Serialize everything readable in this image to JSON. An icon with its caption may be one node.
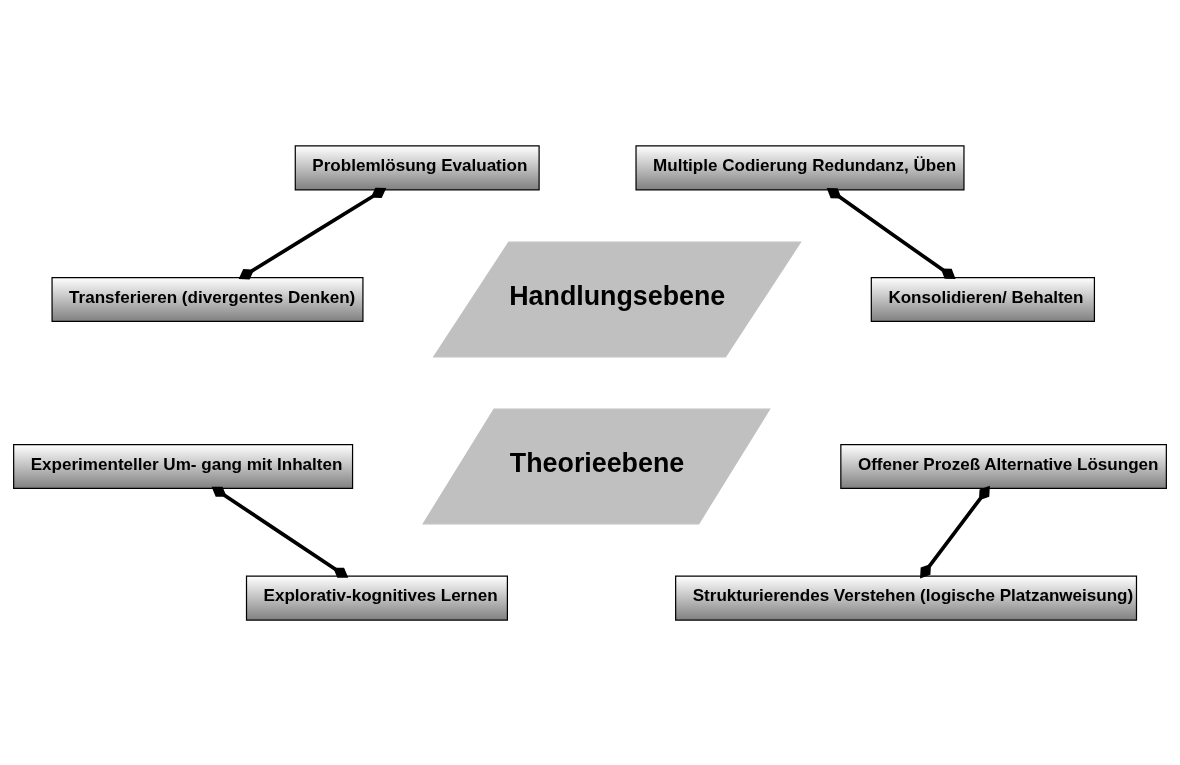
{
  "diagram": {
    "nodes": [
      {
        "text": [
          "Problemlösung Evaluation"
        ]
      },
      {
        "text": [
          "Multiple Codierung Redundanz, Üben"
        ]
      },
      {
        "text": [
          "Handlungsebene"
        ]
      },
      {
        "text": [
          "Experimenteller Um- gang mit Inhalten"
        ]
      },
      {
        "text": [
          "Offener Prozeß Alternative Lösungen"
        ]
      },
      {
        "text": [
          "Transferieren (divergentes Denken)"
        ]
      },
      {
        "text": [
          "Konsolidieren/ Behalten"
        ]
      },
      {
        "text": [
          "Theorieebene"
        ]
      },
      {
        "text": [
          "Explorativ-kognitives Lernen"
        ]
      },
      {
        "text": [
          "Strukturierendes Verstehen (logische Platzanweisung)"
        ]
      }
    ],
    "edges": [
      {
        "from": 3,
        "to": 8,
        "arrow": "other"
      },
      {
        "from": 0,
        "to": 5,
        "arrow": "other"
      },
      {
        "from": 4,
        "to": 9,
        "arrow": "other"
      },
      {
        "from": 1,
        "to": 6,
        "arrow": "other"
      }
    ]
  }
}
